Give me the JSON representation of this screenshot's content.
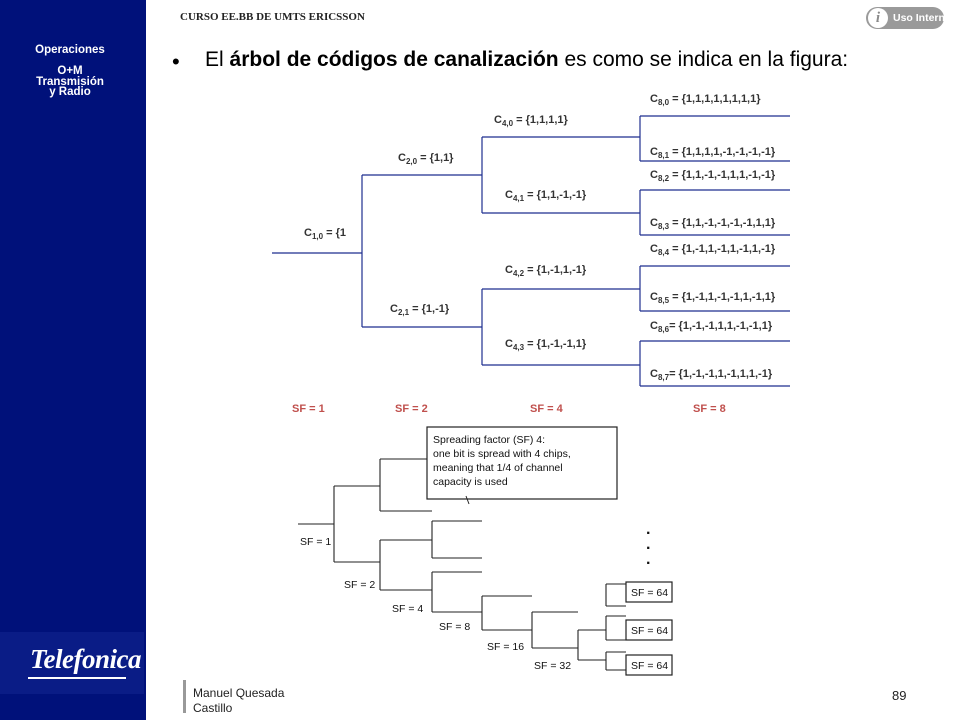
{
  "sidebar": {
    "line1": "Operaciones",
    "line2": "O+M",
    "line3": "Transmisión",
    "line4": "y Radio",
    "logo": "Telefonica"
  },
  "header": {
    "course": "CURSO EE.BB DE UMTS ERICSSON",
    "badge": "Uso Interno"
  },
  "headline": {
    "pre": "El ",
    "bold": "árbol de códigos de canalización",
    "post": " es como se indica en la figura:"
  },
  "tree": {
    "codes": [
      {
        "sub": "1,0",
        "val": " = {1"
      },
      {
        "sub": "2,0",
        "val": " = {1,1}"
      },
      {
        "sub": "2,1",
        "val": " = {1,-1}"
      },
      {
        "sub": "4,0",
        "val": " = {1,1,1,1}"
      },
      {
        "sub": "4,1",
        "val": " = {1,1,-1,-1}"
      },
      {
        "sub": "4,2",
        "val": " = {1,-1,1,-1}"
      },
      {
        "sub": "4,3",
        "val": " = {1,-1,-1,1}"
      },
      {
        "sub": "8,0",
        "val": " = {1,1,1,1,1,1,1,1}"
      },
      {
        "sub": "8,1",
        "val": " = {1,1,1,1,-1,-1,-1,-1}"
      },
      {
        "sub": "8,2",
        "val": " = {1,1,-1,-1,1,1,-1,-1}"
      },
      {
        "sub": "8,3",
        "val": " = {1,1,-1,-1,-1,-1,1,1}"
      },
      {
        "sub": "8,4",
        "val": " = {1,-1,1,-1,1,-1,1,-1}"
      },
      {
        "sub": "8,5",
        "val": " = {1,-1,1,-1,-1,1,-1,1}"
      },
      {
        "sub": "8,6",
        "val": "= {1,-1,-1,1,1,-1,-1,1}"
      },
      {
        "sub": "8,7",
        "val": "= {1,-1,-1,1,-1,1,1,-1}"
      }
    ],
    "sf_labels": [
      "SF = 1",
      "SF = 2",
      "SF = 4",
      "SF = 8"
    ]
  },
  "figure": {
    "callout": [
      "Spreading factor (SF) 4:",
      "one bit is spread with 4 chips,",
      "meaning that 1/4 of channel",
      "capacity is used"
    ],
    "sf_labels": [
      "SF = 1",
      "SF = 2",
      "SF = 4",
      "SF = 8",
      "SF = 16",
      "SF = 32"
    ],
    "sf64_boxes": [
      "SF = 64",
      "SF = 64",
      "SF = 64"
    ],
    "dots": [
      "·",
      "·",
      "·"
    ]
  },
  "footer": {
    "author_line1": "Manuel Quesada",
    "author_line2": "Castillo",
    "page": "89"
  },
  "colors": {
    "sidebar": "#00117a",
    "tree_line": "#1f2f8f",
    "sf_label": "#c0504d"
  }
}
